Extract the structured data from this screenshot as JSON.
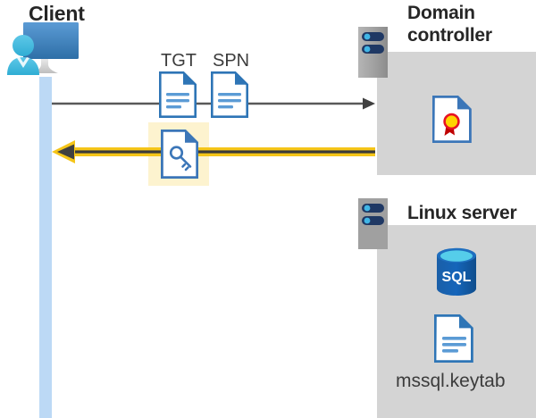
{
  "diagram": {
    "title_client": "Client",
    "title_domain_controller": "Domain\ncontroller",
    "domain_controller_line1": "Domain",
    "domain_controller_line2": "controller",
    "title_linux_server": "Linux server",
    "keytab_file_label": "mssql.keytab",
    "doc_captions": {
      "tgt": "TGT",
      "spn": "SPN"
    },
    "sql_icon_text": "SQL",
    "icons": {
      "client": "user-workstation-icon",
      "tgt_doc": "document-icon",
      "spn_doc": "document-icon",
      "key_doc": "key-document-icon",
      "dc_rack": "server-rack-icon",
      "certificate": "certificate-document-icon",
      "linux_rack": "server-rack-icon",
      "sql_db": "sql-database-icon",
      "keytab_doc": "document-icon"
    },
    "arrows": [
      {
        "name": "request-arrow",
        "direction": "right",
        "color": "#595959",
        "style": "thin-solid"
      },
      {
        "name": "response-arrow",
        "direction": "left",
        "color": "#f2c811",
        "style": "thick-highlight"
      }
    ],
    "colors": {
      "panel_gray": "#d4d4d4",
      "lifeline_blue": "#bcd9f5",
      "highlight_yellow": "#fdf3cf",
      "doc_blue": "#2e75b6",
      "doc_blue_dark": "#1f4e79",
      "accent_gold": "#f2c811",
      "rack_gray": "#a6a6a6",
      "rack_navy": "#1f3864",
      "rack_cyan": "#41b6e6",
      "sql_blue": "#0f6cbd",
      "sql_top": "#50c7e8",
      "cert_seal": "#ffd400",
      "cert_ribbon": "#c00000",
      "text_dark": "#262626"
    }
  }
}
